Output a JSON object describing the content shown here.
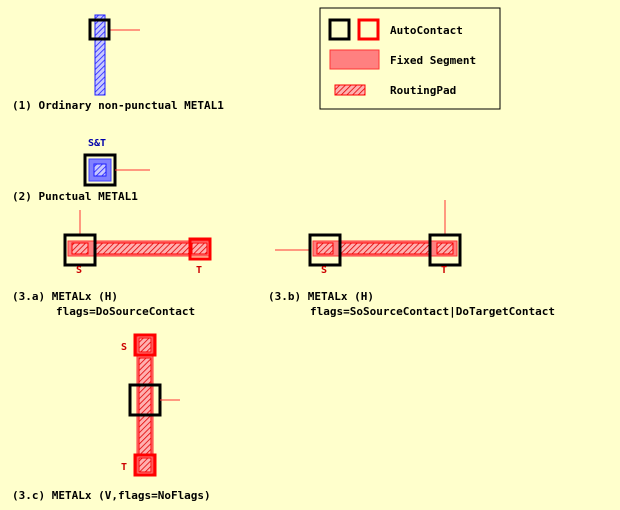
{
  "legend": {
    "autocontact": "AutoContact",
    "fixed_segment": "Fixed Segment",
    "routing_pad": "RoutingPad"
  },
  "captions": {
    "c1": "(1) Ordinary non-punctual METAL1",
    "c2": "(2) Punctual METAL1",
    "c3a_line1": "(3.a) METALx (H)",
    "c3a_line2": "flags=DoSourceContact",
    "c3b_line1": "(3.b) METALx (H)",
    "c3b_line2": "flags=SoSourceContact|DoTargetContact",
    "c3c": "(3.c) METALx (V,flags=NoFlags)"
  },
  "terminals": {
    "st": "S&T",
    "s": "S",
    "t": "T"
  },
  "colors": {
    "background": "#ffffcc",
    "autocontact_red": "#ff0000",
    "autocontact_black": "#000000",
    "segment_fill": "#ff8080",
    "segment_stroke": "#ff3333",
    "metal1_blue": "#4040ff",
    "terminal_red": "#cc0000",
    "terminal_blue": "#0000aa"
  }
}
